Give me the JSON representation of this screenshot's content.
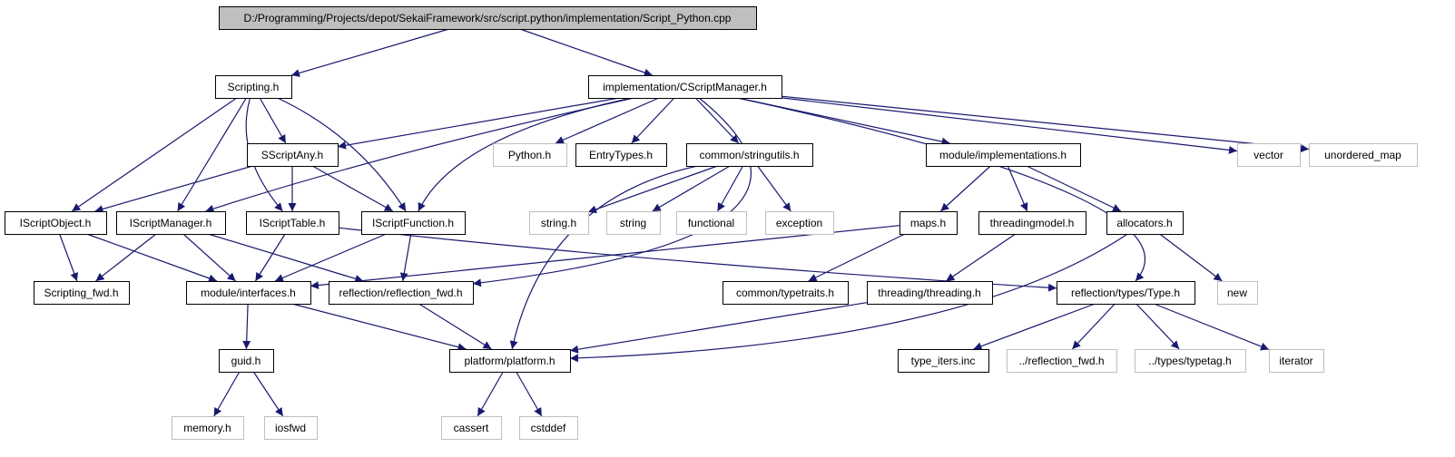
{
  "graph": {
    "colors": {
      "edge": "#191970",
      "root_fill": "#bfbfbf",
      "node_border": "#000000",
      "external_border": "#bfbfbf",
      "text": "#000000"
    },
    "nodes": [
      {
        "id": "root",
        "label": "D:/Programming/Projects/depot/SekaiFramework/src/script.python/implementation/Script_Python.cpp",
        "kind": "root"
      },
      {
        "id": "scripting",
        "label": "Scripting.h",
        "kind": "local"
      },
      {
        "id": "csm",
        "label": "implementation/CScriptManager.h",
        "kind": "local"
      },
      {
        "id": "sscriptany",
        "label": "SScriptAny.h",
        "kind": "local"
      },
      {
        "id": "pythonh",
        "label": "Python.h",
        "kind": "external"
      },
      {
        "id": "entrytypes",
        "label": "EntryTypes.h",
        "kind": "local"
      },
      {
        "id": "stringutils",
        "label": "common/stringutils.h",
        "kind": "local"
      },
      {
        "id": "modimpl",
        "label": "module/implementations.h",
        "kind": "local"
      },
      {
        "id": "vector",
        "label": "vector",
        "kind": "external"
      },
      {
        "id": "unordered_map",
        "label": "unordered_map",
        "kind": "external"
      },
      {
        "id": "iscriptobject",
        "label": "IScriptObject.h",
        "kind": "local"
      },
      {
        "id": "iscriptmanager",
        "label": "IScriptManager.h",
        "kind": "local"
      },
      {
        "id": "iscripttable",
        "label": "IScriptTable.h",
        "kind": "local"
      },
      {
        "id": "iscriptfunction",
        "label": "IScriptFunction.h",
        "kind": "local"
      },
      {
        "id": "stringh",
        "label": "string.h",
        "kind": "external"
      },
      {
        "id": "string",
        "label": "string",
        "kind": "external"
      },
      {
        "id": "functional",
        "label": "functional",
        "kind": "external"
      },
      {
        "id": "exception",
        "label": "exception",
        "kind": "external"
      },
      {
        "id": "maps",
        "label": "maps.h",
        "kind": "local"
      },
      {
        "id": "threadingmodel",
        "label": "threadingmodel.h",
        "kind": "local"
      },
      {
        "id": "allocators",
        "label": "allocators.h",
        "kind": "local"
      },
      {
        "id": "scripting_fwd",
        "label": "Scripting_fwd.h",
        "kind": "local"
      },
      {
        "id": "interfaces",
        "label": "module/interfaces.h",
        "kind": "local"
      },
      {
        "id": "reflection_fwd",
        "label": "reflection/reflection_fwd.h",
        "kind": "local"
      },
      {
        "id": "typetraits",
        "label": "common/typetraits.h",
        "kind": "local"
      },
      {
        "id": "threading",
        "label": "threading/threading.h",
        "kind": "local"
      },
      {
        "id": "typeh",
        "label": "reflection/types/Type.h",
        "kind": "local"
      },
      {
        "id": "new",
        "label": "new",
        "kind": "external"
      },
      {
        "id": "guid",
        "label": "guid.h",
        "kind": "local"
      },
      {
        "id": "platform",
        "label": "platform/platform.h",
        "kind": "local"
      },
      {
        "id": "type_iters",
        "label": "type_iters.inc",
        "kind": "local"
      },
      {
        "id": "dd_reflection_fwd",
        "label": "../reflection_fwd.h",
        "kind": "external"
      },
      {
        "id": "typetag",
        "label": "../types/typetag.h",
        "kind": "external"
      },
      {
        "id": "iterator",
        "label": "iterator",
        "kind": "external"
      },
      {
        "id": "memory",
        "label": "memory.h",
        "kind": "external"
      },
      {
        "id": "iosfwd",
        "label": "iosfwd",
        "kind": "external"
      },
      {
        "id": "cassert",
        "label": "cassert",
        "kind": "external"
      },
      {
        "id": "cstddef",
        "label": "cstddef",
        "kind": "external"
      }
    ],
    "edges": [
      [
        "root",
        "scripting"
      ],
      [
        "root",
        "csm"
      ],
      [
        "scripting",
        "sscriptany"
      ],
      [
        "scripting",
        "iscriptobject"
      ],
      [
        "scripting",
        "iscriptmanager"
      ],
      [
        "scripting",
        "iscripttable"
      ],
      [
        "scripting",
        "iscriptfunction"
      ],
      [
        "csm",
        "sscriptany"
      ],
      [
        "csm",
        "pythonh"
      ],
      [
        "csm",
        "entrytypes"
      ],
      [
        "csm",
        "stringutils"
      ],
      [
        "csm",
        "modimpl"
      ],
      [
        "csm",
        "vector"
      ],
      [
        "csm",
        "unordered_map"
      ],
      [
        "csm",
        "iscriptmanager"
      ],
      [
        "csm",
        "iscriptfunction"
      ],
      [
        "csm",
        "reflection_fwd"
      ],
      [
        "csm",
        "typeh"
      ],
      [
        "sscriptany",
        "iscriptobject"
      ],
      [
        "sscriptany",
        "iscripttable"
      ],
      [
        "sscriptany",
        "iscriptfunction"
      ],
      [
        "stringutils",
        "stringh"
      ],
      [
        "stringutils",
        "string"
      ],
      [
        "stringutils",
        "functional"
      ],
      [
        "stringutils",
        "exception"
      ],
      [
        "stringutils",
        "platform"
      ],
      [
        "modimpl",
        "maps"
      ],
      [
        "modimpl",
        "threadingmodel"
      ],
      [
        "modimpl",
        "allocators"
      ],
      [
        "iscriptobject",
        "scripting_fwd"
      ],
      [
        "iscriptobject",
        "interfaces"
      ],
      [
        "iscriptmanager",
        "scripting_fwd"
      ],
      [
        "iscriptmanager",
        "interfaces"
      ],
      [
        "iscriptmanager",
        "reflection_fwd"
      ],
      [
        "iscripttable",
        "interfaces"
      ],
      [
        "iscripttable",
        "typeh"
      ],
      [
        "iscriptfunction",
        "interfaces"
      ],
      [
        "iscriptfunction",
        "reflection_fwd"
      ],
      [
        "maps",
        "interfaces"
      ],
      [
        "maps",
        "typetraits"
      ],
      [
        "threadingmodel",
        "threading"
      ],
      [
        "allocators",
        "new"
      ],
      [
        "allocators",
        "platform"
      ],
      [
        "interfaces",
        "guid"
      ],
      [
        "interfaces",
        "platform"
      ],
      [
        "reflection_fwd",
        "platform"
      ],
      [
        "threading",
        "platform"
      ],
      [
        "typeh",
        "type_iters"
      ],
      [
        "typeh",
        "dd_reflection_fwd"
      ],
      [
        "typeh",
        "typetag"
      ],
      [
        "typeh",
        "iterator"
      ],
      [
        "guid",
        "memory"
      ],
      [
        "guid",
        "iosfwd"
      ],
      [
        "platform",
        "cassert"
      ],
      [
        "platform",
        "cstddef"
      ]
    ]
  }
}
